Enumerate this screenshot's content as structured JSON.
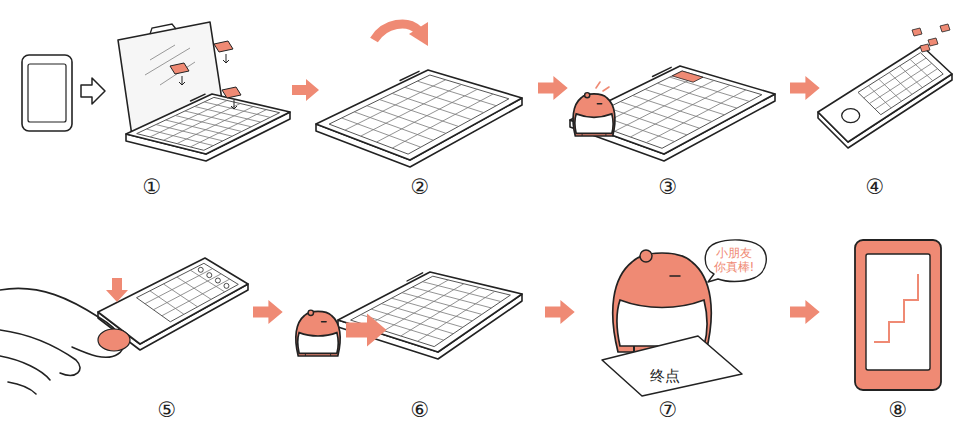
{
  "diagram": {
    "nodes": [
      {
        "text": [
          "小朋友 你真棒!"
        ]
      },
      {
        "text": [
          "终点"
        ]
      }
    ],
    "labels": [
      "①",
      "②",
      "③",
      "④",
      "⑤",
      "⑥",
      "⑦",
      "⑧"
    ]
  }
}
